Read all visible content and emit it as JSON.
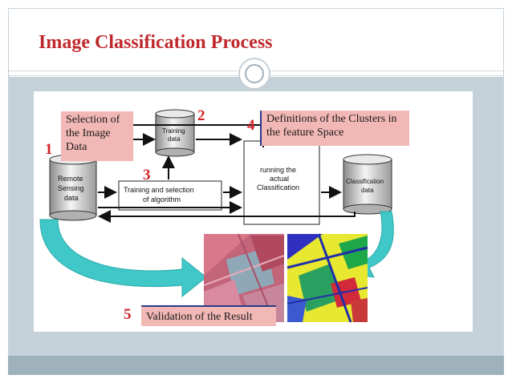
{
  "slide": {
    "title": "Image Classification Process"
  },
  "diagram": {
    "steps": {
      "s1": "1",
      "s2": "2",
      "s3": "3",
      "s4": "4",
      "s5": "5"
    },
    "db_remote": [
      "Remote",
      "Sensing",
      "data"
    ],
    "db_training": [
      "Training",
      "data"
    ],
    "db_classification": [
      "Classification",
      "data"
    ],
    "box_training": [
      "Training and selection",
      "of algorithm"
    ],
    "box_running": [
      "running the",
      "actual",
      "Classification"
    ],
    "callouts": {
      "selection": "Selection of the Image Data",
      "definitions": "Definitions of the Clusters in the feature Space",
      "validation": "Validation of the Result"
    }
  },
  "colors": {
    "title": "#c0282c",
    "step_numbers": "#d2232a",
    "callout_bg": "#f2b8b5",
    "arrow_teal": "#40c8c8",
    "content_bg": "#c5d1d8"
  }
}
